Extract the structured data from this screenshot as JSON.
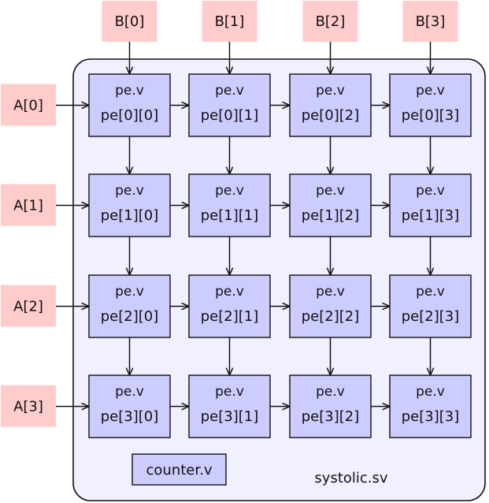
{
  "inputs_b": [
    "B[0]",
    "B[1]",
    "B[2]",
    "B[3]"
  ],
  "inputs_a": [
    "A[0]",
    "A[1]",
    "A[2]",
    "A[3]"
  ],
  "pe_grid": [
    [
      {
        "file": "pe.v",
        "name": "pe[0][0]"
      },
      {
        "file": "pe.v",
        "name": "pe[0][1]"
      },
      {
        "file": "pe.v",
        "name": "pe[0][2]"
      },
      {
        "file": "pe.v",
        "name": "pe[0][3]"
      }
    ],
    [
      {
        "file": "pe.v",
        "name": "pe[1][0]"
      },
      {
        "file": "pe.v",
        "name": "pe[1][1]"
      },
      {
        "file": "pe.v",
        "name": "pe[1][2]"
      },
      {
        "file": "pe.v",
        "name": "pe[1][3]"
      }
    ],
    [
      {
        "file": "pe.v",
        "name": "pe[2][0]"
      },
      {
        "file": "pe.v",
        "name": "pe[2][1]"
      },
      {
        "file": "pe.v",
        "name": "pe[2][2]"
      },
      {
        "file": "pe.v",
        "name": "pe[2][3]"
      }
    ],
    [
      {
        "file": "pe.v",
        "name": "pe[3][0]"
      },
      {
        "file": "pe.v",
        "name": "pe[3][1]"
      },
      {
        "file": "pe.v",
        "name": "pe[3][2]"
      },
      {
        "file": "pe.v",
        "name": "pe[3][3]"
      }
    ]
  ],
  "counter": {
    "label": "counter.v"
  },
  "container": {
    "label": "systolic.sv"
  },
  "colors": {
    "input_fill": "#ffcccc",
    "pe_fill": "#ccccff",
    "container_fill": "#f0f0ff",
    "stroke": "#111111"
  }
}
